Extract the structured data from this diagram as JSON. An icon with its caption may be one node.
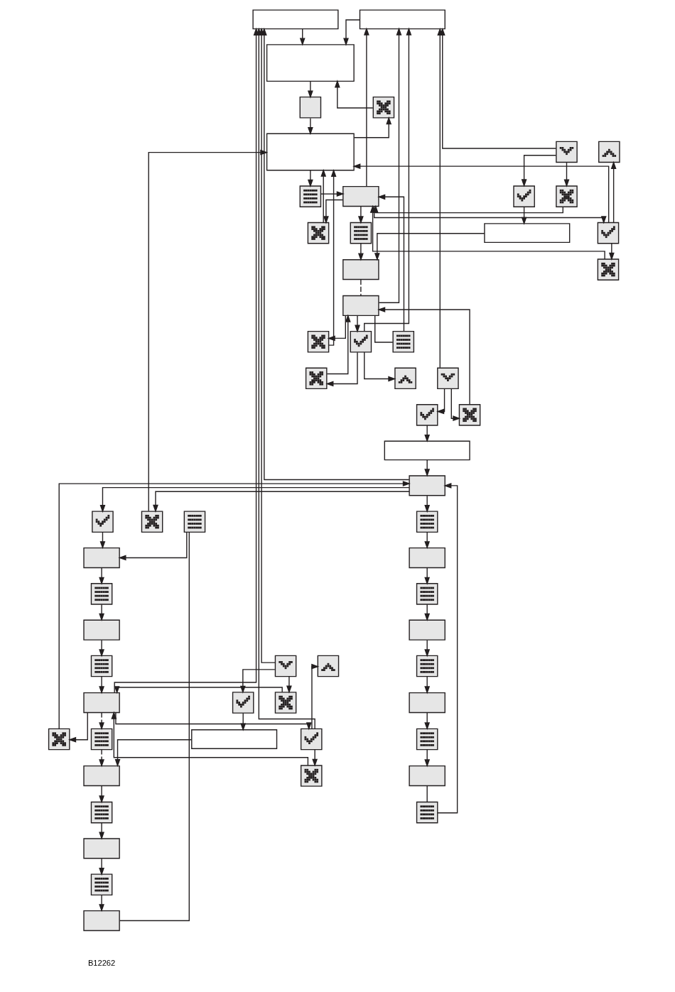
{
  "diagram": {
    "nodes": [
      {
        "text": [],
        "shape": "box"
      },
      {
        "text": [],
        "shape": "box"
      },
      {
        "text": [],
        "shape": "box"
      },
      {
        "text": [],
        "shape": "cross"
      },
      {
        "text": [],
        "shape": "box"
      },
      {
        "text": [],
        "shape": "box"
      },
      {
        "text": [],
        "shape": "menu"
      },
      {
        "text": [],
        "shape": "box"
      },
      {
        "text": [],
        "shape": "cross"
      },
      {
        "text": [],
        "shape": "tick"
      },
      {
        "text": [],
        "shape": "cross"
      },
      {
        "text": [],
        "shape": "chevron-up"
      },
      {
        "text": [],
        "shape": "chevron-down"
      },
      {
        "text": [],
        "shape": "cross"
      },
      {
        "text": [],
        "shape": "tick"
      },
      {
        "text": [],
        "shape": "box"
      },
      {
        "text": [],
        "shape": "menu"
      },
      {
        "text": [],
        "shape": "menu"
      },
      {
        "text": [],
        "shape": "box"
      },
      {
        "text": [],
        "shape": "box"
      },
      {
        "text": [],
        "shape": "cross"
      },
      {
        "text": [],
        "shape": "tick"
      },
      {
        "text": [],
        "shape": "cross"
      },
      {
        "text": [],
        "shape": "chevron-up"
      },
      {
        "text": [],
        "shape": "chevron-down"
      },
      {
        "text": [],
        "shape": "cross"
      },
      {
        "text": [],
        "shape": "tick"
      },
      {
        "text": [],
        "shape": "box"
      },
      {
        "text": [],
        "shape": "box"
      },
      {
        "text": [],
        "shape": "cross"
      },
      {
        "text": [],
        "shape": "tick"
      },
      {
        "text": [],
        "shape": "box"
      },
      {
        "text": [],
        "shape": "menu"
      },
      {
        "text": [],
        "shape": "box"
      },
      {
        "text": [],
        "shape": "menu"
      },
      {
        "text": [],
        "shape": "box"
      },
      {
        "text": [],
        "shape": "menu"
      },
      {
        "text": [],
        "shape": "box"
      },
      {
        "text": [],
        "shape": "menu"
      },
      {
        "text": [],
        "shape": "box"
      },
      {
        "text": [],
        "shape": "menu"
      },
      {
        "text": [],
        "shape": "menu"
      },
      {
        "text": [],
        "shape": "box"
      },
      {
        "text": [],
        "shape": "menu"
      },
      {
        "text": [],
        "shape": "box"
      },
      {
        "text": [],
        "shape": "cross"
      },
      {
        "text": [],
        "shape": "tick"
      },
      {
        "text": [],
        "shape": "cross"
      },
      {
        "text": [],
        "shape": "chevron-up"
      },
      {
        "text": [],
        "shape": "chevron-down"
      },
      {
        "text": [],
        "shape": "cross"
      },
      {
        "text": [],
        "shape": "tick"
      },
      {
        "text": [],
        "shape": "box"
      },
      {
        "text": [],
        "shape": "menu"
      },
      {
        "text": [],
        "shape": "box"
      },
      {
        "text": [],
        "shape": "menu"
      },
      {
        "text": [],
        "shape": "box"
      },
      {
        "text": [],
        "shape": "menu"
      },
      {
        "text": [],
        "shape": "box"
      },
      {
        "text": [],
        "shape": "menu"
      }
    ],
    "edges": [
      {
        "from": 5,
        "to": 3,
        "arrow": "to"
      },
      {
        "from": 3,
        "to": 0,
        "arrow": "to"
      },
      {
        "from": 0,
        "to": 4,
        "arrow": "to"
      },
      {
        "from": 4,
        "to": 5,
        "arrow": "to"
      },
      {
        "from": 1,
        "to": 0,
        "arrow": "to"
      },
      {
        "from": 2,
        "to": 0,
        "arrow": "to"
      },
      {
        "from": 5,
        "to": 6,
        "arrow": "to"
      },
      {
        "from": 6,
        "to": 7,
        "arrow": "to"
      },
      {
        "from": 7,
        "to": 8,
        "arrow": "to"
      },
      {
        "from": 7,
        "to": 9,
        "arrow": "to"
      },
      {
        "from": 7,
        "to": 2,
        "arrow": "to"
      },
      {
        "from": 7,
        "to": 16,
        "arrow": "to"
      },
      {
        "from": 8,
        "to": 5,
        "arrow": "to"
      },
      {
        "from": 9,
        "to": 10,
        "arrow": "to"
      },
      {
        "from": 9,
        "to": 11,
        "arrow": "to"
      },
      {
        "from": 9,
        "to": 5,
        "arrow": "to"
      },
      {
        "from": 10,
        "to": 7,
        "arrow": "to"
      },
      {
        "from": 12,
        "to": 13,
        "arrow": "to"
      },
      {
        "from": 12,
        "to": 14,
        "arrow": "to"
      },
      {
        "from": 12,
        "to": 2,
        "arrow": "to"
      },
      {
        "from": 13,
        "to": 7,
        "arrow": "to"
      },
      {
        "from": 14,
        "to": 15,
        "arrow": "to"
      },
      {
        "from": 15,
        "to": 18,
        "arrow": "to"
      },
      {
        "from": 16,
        "to": 18,
        "arrow": "to"
      },
      {
        "from": 18,
        "to": 19,
        "arrow": "none",
        "style": "dashed"
      },
      {
        "from": 19,
        "to": 20,
        "arrow": "to"
      },
      {
        "from": 19,
        "to": 21,
        "arrow": "to"
      },
      {
        "from": 19,
        "to": 2,
        "arrow": "to"
      },
      {
        "from": 19,
        "to": 17,
        "arrow": "none"
      },
      {
        "from": 17,
        "to": 7,
        "arrow": "to"
      },
      {
        "from": 20,
        "to": 5,
        "arrow": "to"
      },
      {
        "from": 21,
        "to": 22,
        "arrow": "to"
      },
      {
        "from": 21,
        "to": 23,
        "arrow": "to"
      },
      {
        "from": 21,
        "to": 2,
        "arrow": "to"
      },
      {
        "from": 22,
        "to": 19,
        "arrow": "to"
      },
      {
        "from": 24,
        "to": 25,
        "arrow": "to"
      },
      {
        "from": 24,
        "to": 26,
        "arrow": "to"
      },
      {
        "from": 24,
        "to": 2,
        "arrow": "to"
      },
      {
        "from": 25,
        "to": 19,
        "arrow": "to"
      },
      {
        "from": 26,
        "to": 27,
        "arrow": "to"
      },
      {
        "from": 27,
        "to": 28,
        "arrow": "to"
      },
      {
        "from": 28,
        "to": 29,
        "arrow": "to"
      },
      {
        "from": 28,
        "to": 30,
        "arrow": "to"
      },
      {
        "from": 28,
        "to": 1,
        "arrow": "to"
      },
      {
        "from": 28,
        "to": 32,
        "arrow": "to"
      },
      {
        "from": 29,
        "to": 5,
        "arrow": "to"
      },
      {
        "from": 30,
        "to": 31,
        "arrow": "to"
      },
      {
        "from": 32,
        "to": 33,
        "arrow": "to"
      },
      {
        "from": 33,
        "to": 34,
        "arrow": "to"
      },
      {
        "from": 34,
        "to": 35,
        "arrow": "to"
      },
      {
        "from": 35,
        "to": 36,
        "arrow": "to"
      },
      {
        "from": 36,
        "to": 37,
        "arrow": "to"
      },
      {
        "from": 37,
        "to": 38,
        "arrow": "to"
      },
      {
        "from": 38,
        "to": 39,
        "arrow": "to"
      },
      {
        "from": 39,
        "to": 40,
        "arrow": "none"
      },
      {
        "from": 40,
        "to": 28,
        "arrow": "to"
      },
      {
        "from": 31,
        "to": 41,
        "arrow": "to"
      },
      {
        "from": 41,
        "to": 42,
        "arrow": "to"
      },
      {
        "from": 42,
        "to": 43,
        "arrow": "to"
      },
      {
        "from": 43,
        "to": 44,
        "arrow": "to"
      },
      {
        "from": 44,
        "to": 45,
        "arrow": "to"
      },
      {
        "from": 44,
        "to": 46,
        "arrow": "to"
      },
      {
        "from": 44,
        "to": 1,
        "arrow": "to"
      },
      {
        "from": 44,
        "to": 53,
        "arrow": "to",
        "style": "dashed"
      },
      {
        "from": 53,
        "to": 54,
        "arrow": "to",
        "style": "dashed"
      },
      {
        "from": 45,
        "to": 28,
        "arrow": "to"
      },
      {
        "from": 46,
        "to": 47,
        "arrow": "to"
      },
      {
        "from": 46,
        "to": 48,
        "arrow": "to"
      },
      {
        "from": 46,
        "to": 1,
        "arrow": "to"
      },
      {
        "from": 47,
        "to": 44,
        "arrow": "to"
      },
      {
        "from": 49,
        "to": 50,
        "arrow": "to"
      },
      {
        "from": 49,
        "to": 51,
        "arrow": "to"
      },
      {
        "from": 49,
        "to": 1,
        "arrow": "to"
      },
      {
        "from": 50,
        "to": 44,
        "arrow": "to"
      },
      {
        "from": 51,
        "to": 52,
        "arrow": "to"
      },
      {
        "from": 52,
        "to": 54,
        "arrow": "to"
      },
      {
        "from": 54,
        "to": 55,
        "arrow": "to"
      },
      {
        "from": 55,
        "to": 56,
        "arrow": "to"
      },
      {
        "from": 56,
        "to": 57,
        "arrow": "to"
      },
      {
        "from": 57,
        "to": 58,
        "arrow": "to"
      },
      {
        "from": 58,
        "to": 59,
        "arrow": "none"
      },
      {
        "from": 59,
        "to": 31,
        "arrow": "to"
      }
    ],
    "labels": [
      "B12262"
    ]
  }
}
